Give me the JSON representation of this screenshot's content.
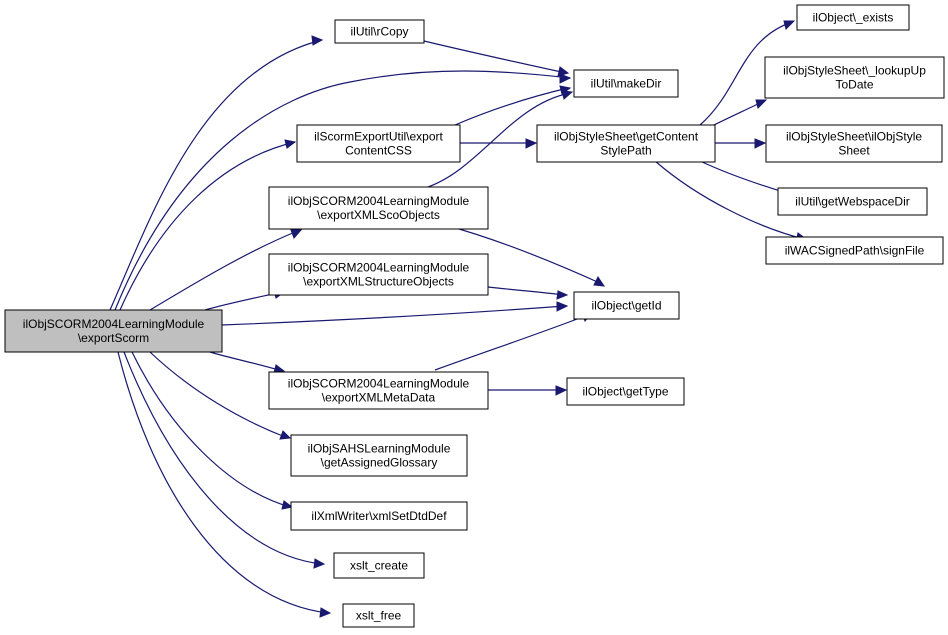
{
  "colors": {
    "edge": "#191970",
    "node_fill": "#ffffff",
    "root_fill": "#bfbfbf",
    "border": "#000000"
  },
  "nodes": [
    {
      "id": "root",
      "lines": [
        "ilObjSCORM2004LearningModule",
        "\\exportScorm"
      ],
      "root": true
    },
    {
      "id": "rcopy",
      "lines": [
        "ilUtil\\rCopy"
      ]
    },
    {
      "id": "makedir",
      "lines": [
        "ilUtil\\makeDir"
      ]
    },
    {
      "id": "exportcss",
      "lines": [
        "ilScormExportUtil\\export",
        "ContentCSS"
      ]
    },
    {
      "id": "getcsp",
      "lines": [
        "ilObjStyleSheet\\getContent",
        "StylePath"
      ]
    },
    {
      "id": "exists",
      "lines": [
        "ilObject\\_exists"
      ]
    },
    {
      "id": "lookup",
      "lines": [
        "ilObjStyleSheet\\_lookupUp",
        "ToDate"
      ]
    },
    {
      "id": "ctor",
      "lines": [
        "ilObjStyleSheet\\ilObjStyle",
        "Sheet"
      ]
    },
    {
      "id": "webspace",
      "lines": [
        "ilUtil\\getWebspaceDir"
      ]
    },
    {
      "id": "signfile",
      "lines": [
        "ilWACSignedPath\\signFile"
      ]
    },
    {
      "id": "sco",
      "lines": [
        "ilObjSCORM2004LearningModule",
        "\\exportXMLScoObjects"
      ]
    },
    {
      "id": "struct",
      "lines": [
        "ilObjSCORM2004LearningModule",
        "\\exportXMLStructureObjects"
      ]
    },
    {
      "id": "getid",
      "lines": [
        "ilObject\\getId"
      ]
    },
    {
      "id": "meta",
      "lines": [
        "ilObjSCORM2004LearningModule",
        "\\exportXMLMetaData"
      ]
    },
    {
      "id": "gettype",
      "lines": [
        "ilObject\\getType"
      ]
    },
    {
      "id": "glossary",
      "lines": [
        "ilObjSAHSLearningModule",
        "\\getAssignedGlossary"
      ]
    },
    {
      "id": "dtd",
      "lines": [
        "ilXmlWriter\\xmlSetDtdDef"
      ]
    },
    {
      "id": "xcreate",
      "lines": [
        "xslt_create"
      ]
    },
    {
      "id": "xfree",
      "lines": [
        "xslt_free"
      ]
    }
  ]
}
